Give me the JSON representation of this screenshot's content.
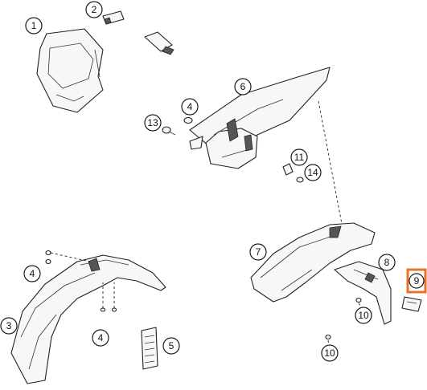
{
  "callouts": [
    {
      "id": "c1",
      "label": "1"
    },
    {
      "id": "c2",
      "label": "2"
    },
    {
      "id": "c3",
      "label": "3"
    },
    {
      "id": "c4a",
      "label": "4"
    },
    {
      "id": "c4b",
      "label": "4"
    },
    {
      "id": "c4c",
      "label": "4"
    },
    {
      "id": "c5",
      "label": "5"
    },
    {
      "id": "c6",
      "label": "6"
    },
    {
      "id": "c7",
      "label": "7"
    },
    {
      "id": "c8",
      "label": "8"
    },
    {
      "id": "c9",
      "label": "9"
    },
    {
      "id": "c10a",
      "label": "10"
    },
    {
      "id": "c10b",
      "label": "10"
    },
    {
      "id": "c11",
      "label": "11"
    },
    {
      "id": "c13",
      "label": "13"
    },
    {
      "id": "c14",
      "label": "14"
    }
  ],
  "highlight_color": "#e8722a"
}
